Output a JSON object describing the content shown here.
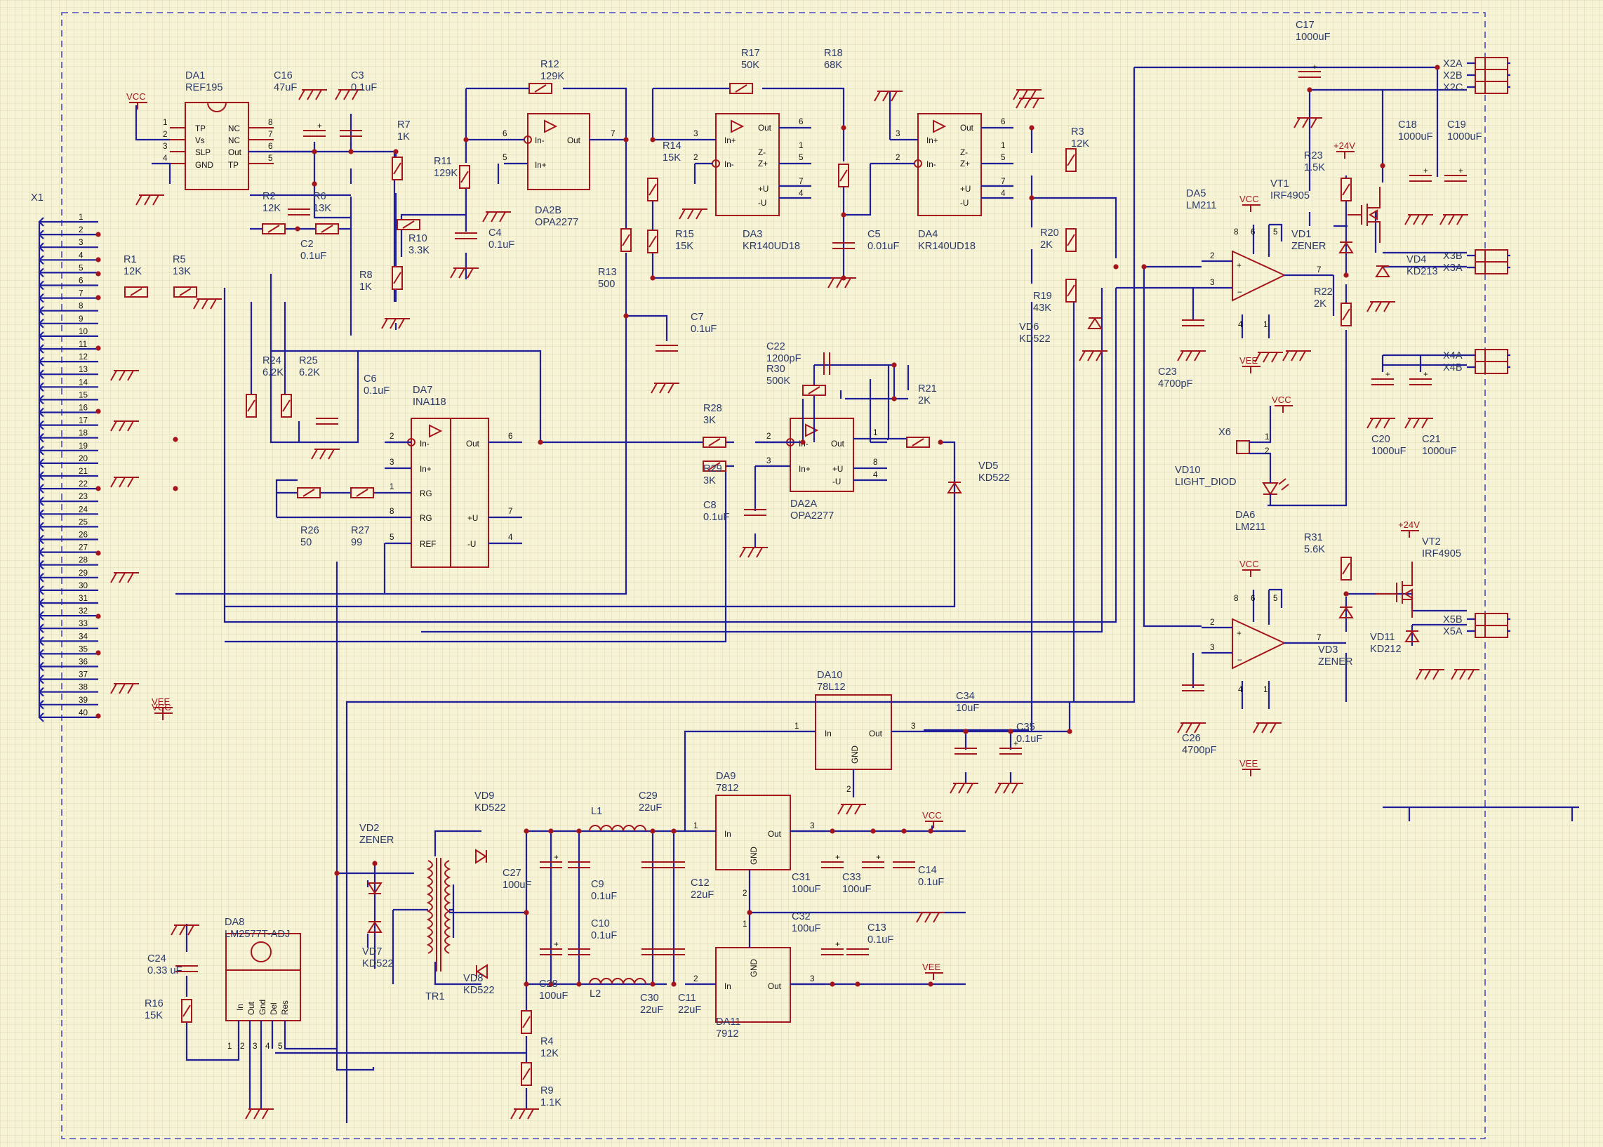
{
  "power_nets": {
    "vcc": "VCC",
    "vee": "VEE",
    "p24": "+24V"
  },
  "connector_x1": {
    "ref": "X1",
    "pins": [
      "1",
      "2",
      "3",
      "4",
      "5",
      "6",
      "7",
      "8",
      "9",
      "10",
      "11",
      "12",
      "13",
      "14",
      "15",
      "16",
      "17",
      "18",
      "19",
      "20",
      "21",
      "22",
      "23",
      "24",
      "25",
      "26",
      "27",
      "28",
      "29",
      "30",
      "31",
      "32",
      "33",
      "34",
      "35",
      "36",
      "37",
      "38",
      "39",
      "40"
    ]
  },
  "components": [
    {
      "ref": "DA1",
      "value": "REF195"
    },
    {
      "ref": "C16",
      "value": "47uF"
    },
    {
      "ref": "C3",
      "value": "0.1uF"
    },
    {
      "ref": "R12",
      "value": "129K"
    },
    {
      "ref": "R17",
      "value": "50K"
    },
    {
      "ref": "R18",
      "value": "68K"
    },
    {
      "ref": "C17",
      "value": "1000uF"
    },
    {
      "ref": "R7",
      "value": "1K"
    },
    {
      "ref": "R11",
      "value": "129K"
    },
    {
      "ref": "R10",
      "value": "3.3K"
    },
    {
      "ref": "C4",
      "value": "0.1uF"
    },
    {
      "ref": "DA2B",
      "value": "OPA2277"
    },
    {
      "ref": "R14",
      "value": "15K"
    },
    {
      "ref": "R15",
      "value": "15K"
    },
    {
      "ref": "DA3",
      "value": "KR140UD18"
    },
    {
      "ref": "C5",
      "value": "0.01uF"
    },
    {
      "ref": "DA4",
      "value": "KR140UD18"
    },
    {
      "ref": "R3",
      "value": "12K"
    },
    {
      "ref": "R2",
      "value": "12K"
    },
    {
      "ref": "R6",
      "value": "13K"
    },
    {
      "ref": "C2",
      "value": "0.1uF"
    },
    {
      "ref": "R1",
      "value": "12K"
    },
    {
      "ref": "R5",
      "value": "13K"
    },
    {
      "ref": "R8",
      "value": "1K"
    },
    {
      "ref": "R13",
      "value": "500"
    },
    {
      "ref": "C7",
      "value": "0.1uF"
    },
    {
      "ref": "R20",
      "value": "2K"
    },
    {
      "ref": "R19",
      "value": "43K"
    },
    {
      "ref": "VD6",
      "value": "KD522"
    },
    {
      "ref": "R23",
      "value": "1.5K"
    },
    {
      "ref": "C18",
      "value": "1000uF"
    },
    {
      "ref": "C19",
      "value": "1000uF"
    },
    {
      "ref": "VT1",
      "value": "IRF4905"
    },
    {
      "ref": "DA5",
      "value": "LM211"
    },
    {
      "ref": "VD1",
      "value": "ZENER"
    },
    {
      "ref": "VD4",
      "value": "KD213"
    },
    {
      "ref": "R22",
      "value": "2K"
    },
    {
      "ref": "C23",
      "value": "4700pF"
    },
    {
      "ref": "C20",
      "value": "1000uF"
    },
    {
      "ref": "C21",
      "value": "1000uF"
    },
    {
      "ref": "C22",
      "value": "1200pF"
    },
    {
      "ref": "R30",
      "value": "500K"
    },
    {
      "ref": "R24",
      "value": "6.2K"
    },
    {
      "ref": "R25",
      "value": "6.2K"
    },
    {
      "ref": "C6",
      "value": "0.1uF"
    },
    {
      "ref": "DA7",
      "value": "INA118"
    },
    {
      "ref": "R28",
      "value": "3K"
    },
    {
      "ref": "R29",
      "value": "3K"
    },
    {
      "ref": "R21",
      "value": "2K"
    },
    {
      "ref": "VD5",
      "value": "KD522"
    },
    {
      "ref": "DA2A",
      "value": "OPA2277"
    },
    {
      "ref": "C8",
      "value": "0.1uF"
    },
    {
      "ref": "R26",
      "value": "50"
    },
    {
      "ref": "R27",
      "value": "99"
    },
    {
      "ref": "X6",
      "value": ""
    },
    {
      "ref": "VD10",
      "value": "LIGHT_DIOD"
    },
    {
      "ref": "DA6",
      "value": "LM211"
    },
    {
      "ref": "R31",
      "value": "5.6K"
    },
    {
      "ref": "VT2",
      "value": "IRF4905"
    },
    {
      "ref": "VD3",
      "value": "ZENER"
    },
    {
      "ref": "VD11",
      "value": "KD212"
    },
    {
      "ref": "C26",
      "value": "4700pF"
    },
    {
      "ref": "DA10",
      "value": "78L12"
    },
    {
      "ref": "C34",
      "value": "10uF"
    },
    {
      "ref": "C35",
      "value": "0.1uF"
    },
    {
      "ref": "DA9",
      "value": "7812"
    },
    {
      "ref": "DA11",
      "value": "7912"
    },
    {
      "ref": "VD9",
      "value": "KD522"
    },
    {
      "ref": "VD8",
      "value": "KD522"
    },
    {
      "ref": "VD2",
      "value": "ZENER"
    },
    {
      "ref": "VD7",
      "value": "KD522"
    },
    {
      "ref": "TR1",
      "value": ""
    },
    {
      "ref": "L1",
      "value": ""
    },
    {
      "ref": "L2",
      "value": ""
    },
    {
      "ref": "C29",
      "value": "22uF"
    },
    {
      "ref": "C27",
      "value": "100uF"
    },
    {
      "ref": "C9",
      "value": "0.1uF"
    },
    {
      "ref": "C10",
      "value": "0.1uF"
    },
    {
      "ref": "C28",
      "value": "100uF"
    },
    {
      "ref": "C30",
      "value": "22uF"
    },
    {
      "ref": "C12",
      "value": "22uF"
    },
    {
      "ref": "C11",
      "value": "22uF"
    },
    {
      "ref": "C31",
      "value": "100uF"
    },
    {
      "ref": "C33",
      "value": "100uF"
    },
    {
      "ref": "C14",
      "value": "0.1uF"
    },
    {
      "ref": "C32",
      "value": "100uF"
    },
    {
      "ref": "C13",
      "value": "0.1uF"
    },
    {
      "ref": "DA8",
      "value": "LM2577T-ADJ"
    },
    {
      "ref": "C24",
      "value": "0.33 uF"
    },
    {
      "ref": "R16",
      "value": "15K"
    },
    {
      "ref": "R4",
      "value": "12K"
    },
    {
      "ref": "R9",
      "value": "1.1K"
    }
  ],
  "connectors": [
    {
      "ref": "X2A"
    },
    {
      "ref": "X2B"
    },
    {
      "ref": "X2C"
    },
    {
      "ref": "X3B"
    },
    {
      "ref": "X3A"
    },
    {
      "ref": "X4A"
    },
    {
      "ref": "X4B"
    },
    {
      "ref": "X5B"
    },
    {
      "ref": "X5A"
    }
  ],
  "pin_texts": {
    "da1": {
      "tp": "TP",
      "vs": "Vs",
      "slp": "SLP",
      "gnd": "GND",
      "nc": "NC",
      "out": "Out"
    },
    "amp": {
      "in_minus": "In-",
      "in_plus": "In+",
      "out": "Out",
      "z_minus": "Z-",
      "z_plus": "Z+",
      "u_plus": "+U",
      "u_minus": "-U"
    },
    "ina": {
      "rg": "RG",
      "ref": "REF"
    },
    "reg": {
      "in": "In",
      "out": "Out",
      "gnd": "GND"
    },
    "da8": {
      "in": "In",
      "out": "Out",
      "gnd": "Gnd",
      "del": "Del",
      "res": "Res"
    }
  }
}
